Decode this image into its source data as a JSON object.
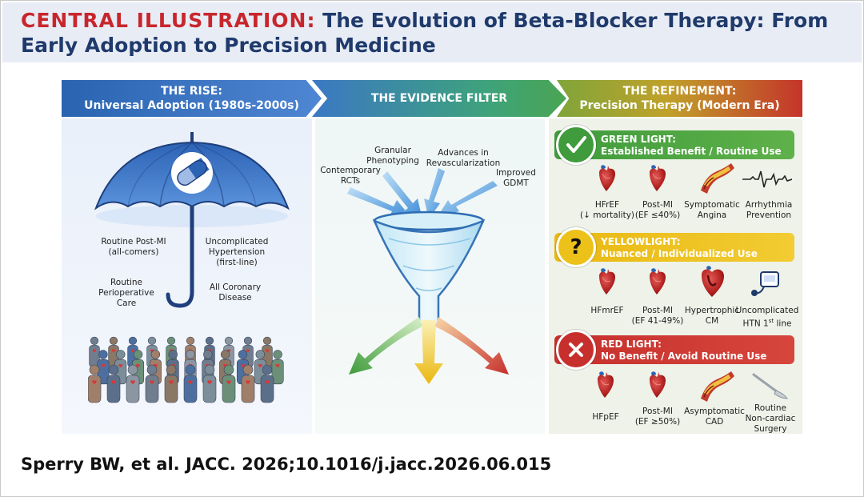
{
  "header": {
    "title_lead": "CENTRAL ILLUSTRATION:",
    "title_rest": "The Evolution of Beta-Blocker Therapy: From Early Adoption to Precision Medicine"
  },
  "columns": [
    {
      "line1": "THE RISE:",
      "line2": "Universal Adoption (1980s-2000s)"
    },
    {
      "line1": "THE EVIDENCE FILTER",
      "line2": ""
    },
    {
      "line1": "THE REFINEMENT:",
      "line2": "Precision Therapy (Modern Era)"
    }
  ],
  "rise_labels": {
    "postmi": [
      "Routine Post-MI",
      "(all-comers)"
    ],
    "htn": [
      "Uncomplicated",
      "Hypertension",
      "(first-line)"
    ],
    "periop": [
      "Routine",
      "Perioperative",
      "Care"
    ],
    "cad": [
      "All Coronary",
      "Disease"
    ]
  },
  "filter_inputs": {
    "rcts": [
      "Contemporary",
      "RCTs"
    ],
    "pheno": [
      "Granular",
      "Phenotyping"
    ],
    "revasc": [
      "Advances in",
      "Revascularization"
    ],
    "gdmt": [
      "Improved",
      "GDMT"
    ]
  },
  "lights": {
    "green": {
      "title": "GREEN LIGHT:",
      "subtitle": "Established Benefit / Routine Use",
      "items": [
        {
          "l1": "HFrEF",
          "l2": "(↓ mortality)"
        },
        {
          "l1": "Post-MI",
          "l2": "(EF ≤40%)"
        },
        {
          "l1": "Symptomatic",
          "l2": "Angina"
        },
        {
          "l1": "Arrhythmia",
          "l2": "Prevention"
        }
      ]
    },
    "yellow": {
      "symbol": "?",
      "title": "YELLOWLIGHT:",
      "subtitle": "Nuanced / Individualized Use",
      "items": [
        {
          "l1": "HFmrEF",
          "l2": ""
        },
        {
          "l1": "Post-MI",
          "l2": "(EF 41-49%)"
        },
        {
          "l1": "Hypertrophic",
          "l2": "CM"
        },
        {
          "l1": "Uncomplicated",
          "l2": "HTN 1",
          "sup": "st",
          "tail": " line"
        }
      ]
    },
    "red": {
      "title": "RED LIGHT:",
      "subtitle": "No Benefit / Avoid Routine Use",
      "items": [
        {
          "l1": "HFpEF",
          "l2": ""
        },
        {
          "l1": "Post-MI",
          "l2": "(EF ≥50%)"
        },
        {
          "l1": "Asymptomatic",
          "l2": "CAD"
        },
        {
          "l1": "Routine",
          "l2": "Non-cardiac",
          "l3": "Surgery"
        }
      ]
    }
  },
  "citation": "Sperry BW, et al. JACC. 2026;10.1016/j.jacc.2026.06.015",
  "colors": {
    "title_red": "#c8262c",
    "title_navy": "#1f3a6b",
    "green": "#3f9b3b",
    "yellow": "#ecc21a",
    "red": "#c62f2c",
    "umbrella_blue": "#2d63b5"
  },
  "icons": {
    "badge_green": "checkmark-icon",
    "badge_red": "x-mark-icon",
    "heart": "heart-icon",
    "artery": "artery-icon",
    "ecg": "ecg-waveform-icon",
    "bp_cuff": "blood-pressure-cuff-icon",
    "scalpel": "scalpel-icon",
    "pill": "pill-icon",
    "umbrella": "umbrella-icon",
    "funnel": "funnel-icon",
    "crowd": "crowd-icon"
  }
}
